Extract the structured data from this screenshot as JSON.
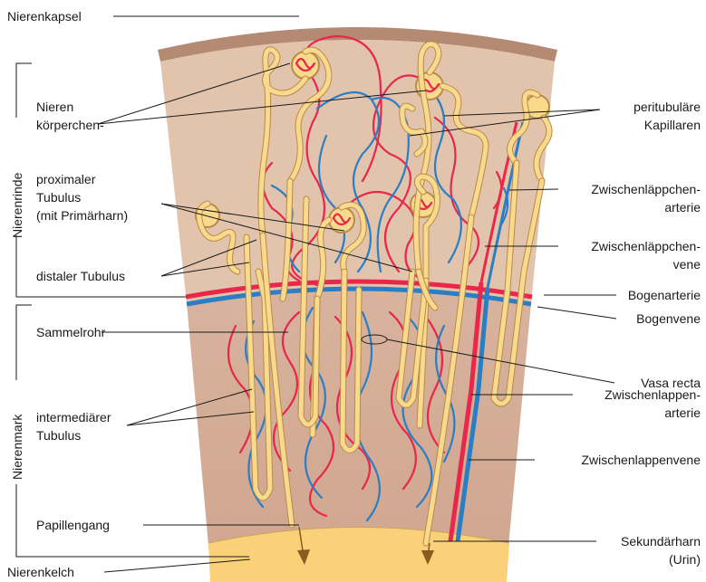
{
  "labels": {
    "nierenkapsel": "Nierenkapsel",
    "nierenkoerperchen_1": "Nieren",
    "nierenkoerperchen_2": "körperchen-",
    "proximaler_1": "proximaler",
    "proximaler_2": "Tubulus",
    "proximaler_3": "(mit Primärharn)",
    "distaler": "distaler Tubulus",
    "sammelrohr": "Sammelrohr",
    "intermediaer_1": "intermediärer",
    "intermediaer_2": "Tubulus",
    "papillengang": "Papillengang",
    "nierenkelch": "Nierenkelch",
    "peritubulaer_1": "peritubuläre",
    "peritubulaer_2": "Kapillaren",
    "zl_arterie_1": "Zwischenläppchen-",
    "zl_arterie_2": "arterie",
    "zl_vene_1": "Zwischenläppchen-",
    "zl_vene_2": "vene",
    "bogenarterie": "Bogenarterie",
    "bogenvene": "Bogenvene",
    "vasa_recta": "Vasa recta",
    "zlap_arterie_1": "Zwischenlappen-",
    "zlap_arterie_2": "arterie",
    "zwischenlappenvene": "Zwischenlappenvene",
    "sekundaerharn_1": "Sekundärharn",
    "sekundaerharn_2": "(Urin)",
    "nierenrinde": "Nierenrinde",
    "nierenmark": "Nierenmark"
  },
  "colors": {
    "capsule": "#b58a72",
    "cortex": "#e2c4ad",
    "medulla": "#d4ab95",
    "calyx": "#fad178",
    "artery": "#e8274a",
    "vein": "#2a7fc4",
    "tubule": "#f9d98c",
    "tubule_outline": "#b98a4a"
  }
}
